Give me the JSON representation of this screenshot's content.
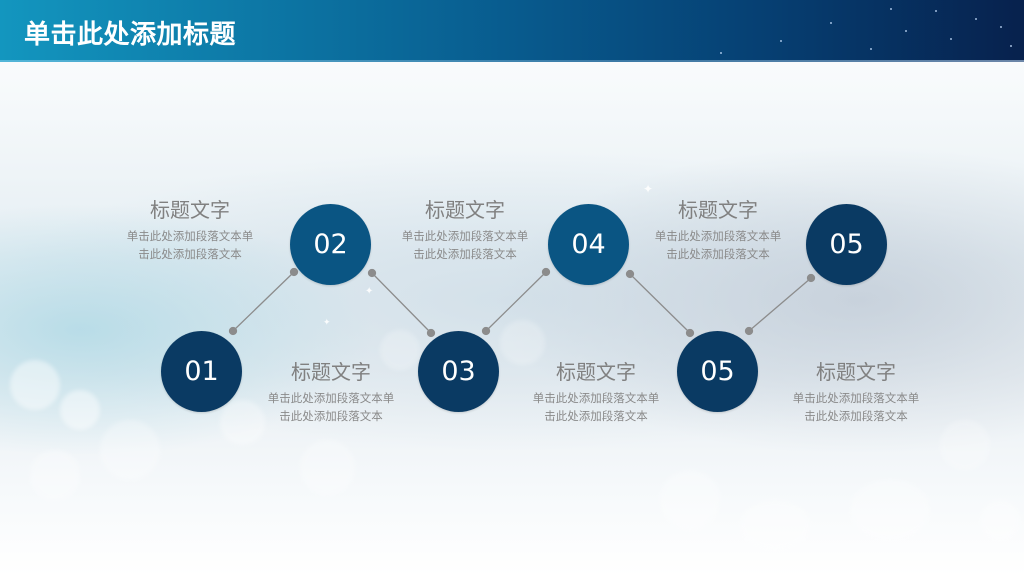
{
  "header": {
    "title": "单击此处添加标题",
    "gradient_start": "#1396bf",
    "gradient_end": "#07214d"
  },
  "colors": {
    "circle_top": "#0a5583",
    "circle_bottom": "#0a3a63",
    "connector": "#8a8a8a",
    "text_title": "#808080",
    "text_desc": "#8a8a8a"
  },
  "steps": [
    {
      "number": "01",
      "row": "bottom",
      "title": "标题文字",
      "desc_line1": "单击此处添加段落文本单",
      "desc_line2": "击此处添加段落文本"
    },
    {
      "number": "02",
      "row": "top",
      "title": "标题文字",
      "desc_line1": "单击此处添加段落文本单",
      "desc_line2": "击此处添加段落文本"
    },
    {
      "number": "03",
      "row": "bottom",
      "title": "标题文字",
      "desc_line1": "单击此处添加段落文本单",
      "desc_line2": "击此处添加段落文本"
    },
    {
      "number": "04",
      "row": "top",
      "title": "标题文字",
      "desc_line1": "单击此处添加段落文本单",
      "desc_line2": "击此处添加段落文本"
    },
    {
      "number": "05",
      "row": "bottom",
      "title": "标题文字",
      "desc_line1": "单击此处添加段落文本单",
      "desc_line2": "击此处添加段落文本"
    },
    {
      "number": "05",
      "row": "top",
      "title": "标题文字",
      "desc_line1": "单击此处添加段落文本单",
      "desc_line2": "击此处添加段落文本"
    }
  ]
}
